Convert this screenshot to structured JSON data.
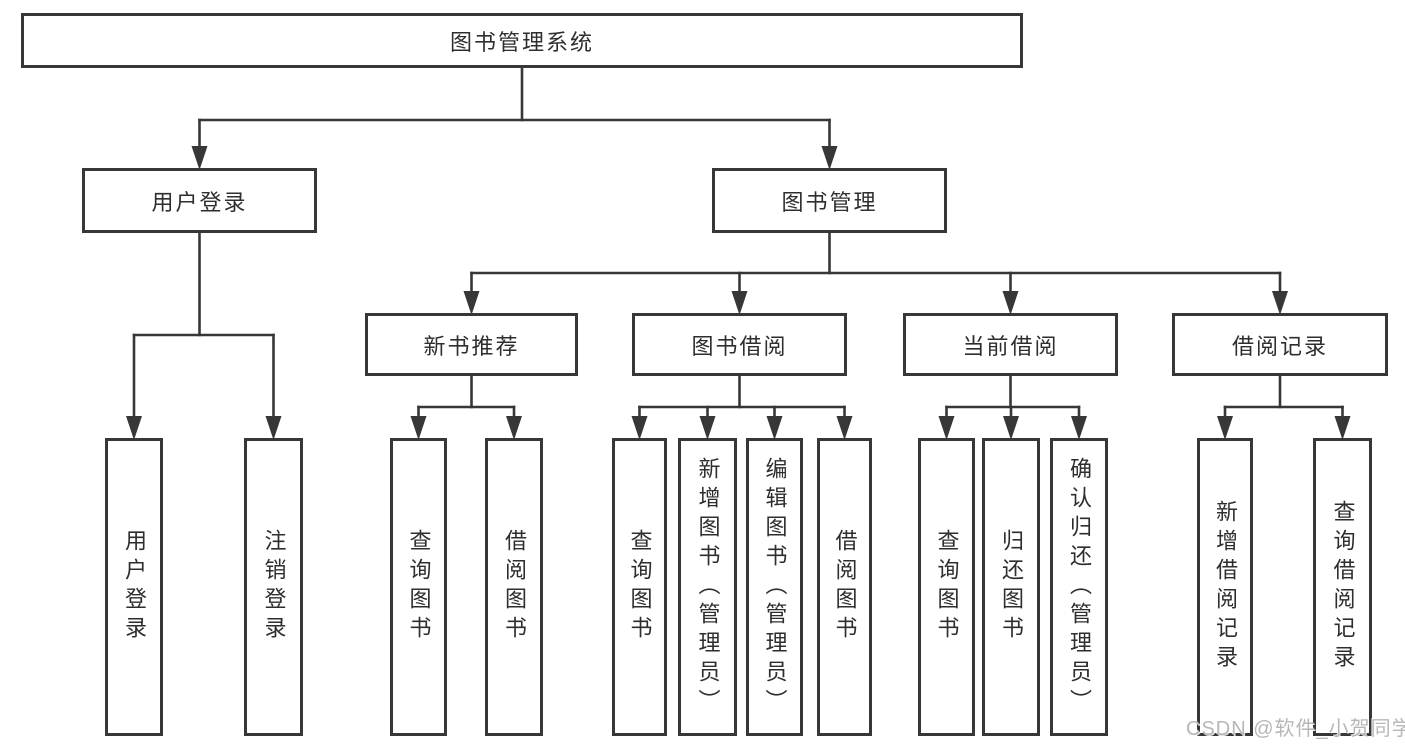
{
  "diagram": {
    "title": "图书管理系统",
    "nodes": [
      {
        "id": "root",
        "label": "图书管理系统",
        "orientation": "horizontal"
      },
      {
        "id": "user-login",
        "label": "用户登录",
        "orientation": "horizontal"
      },
      {
        "id": "book-mgmt",
        "label": "图书管理",
        "orientation": "horizontal"
      },
      {
        "id": "new-book-rec",
        "label": "新书推荐",
        "orientation": "horizontal"
      },
      {
        "id": "book-borrow",
        "label": "图书借阅",
        "orientation": "horizontal"
      },
      {
        "id": "current-borrow",
        "label": "当前借阅",
        "orientation": "horizontal"
      },
      {
        "id": "borrow-records",
        "label": "借阅记录",
        "orientation": "horizontal"
      },
      {
        "id": "user-login-op",
        "label": "用户登录",
        "orientation": "vertical"
      },
      {
        "id": "logout-op",
        "label": "注销登录",
        "orientation": "vertical"
      },
      {
        "id": "search-book-1",
        "label": "查询图书",
        "orientation": "vertical"
      },
      {
        "id": "borrow-book-1",
        "label": "借阅图书",
        "orientation": "vertical"
      },
      {
        "id": "search-book-2",
        "label": "查询图书",
        "orientation": "vertical"
      },
      {
        "id": "add-book-admin",
        "label": "新增图书（管理员）",
        "orientation": "vertical"
      },
      {
        "id": "edit-book-admin",
        "label": "编辑图书（管理员）",
        "orientation": "vertical"
      },
      {
        "id": "borrow-book-2",
        "label": "借阅图书",
        "orientation": "vertical"
      },
      {
        "id": "search-book-3",
        "label": "查询图书",
        "orientation": "vertical"
      },
      {
        "id": "return-book",
        "label": "归还图书",
        "orientation": "vertical"
      },
      {
        "id": "confirm-return-admin",
        "label": "确认归还（管理员）",
        "orientation": "vertical"
      },
      {
        "id": "add-borrow-record",
        "label": "新增借阅记录",
        "orientation": "vertical"
      },
      {
        "id": "search-borrow-record",
        "label": "查询借阅记录",
        "orientation": "vertical"
      }
    ],
    "edges": [
      {
        "from": "root",
        "to": [
          "user-login",
          "book-mgmt"
        ]
      },
      {
        "from": "user-login",
        "to": [
          "user-login-op",
          "logout-op"
        ]
      },
      {
        "from": "book-mgmt",
        "to": [
          "new-book-rec",
          "book-borrow",
          "current-borrow",
          "borrow-records"
        ]
      },
      {
        "from": "new-book-rec",
        "to": [
          "search-book-1",
          "borrow-book-1"
        ]
      },
      {
        "from": "book-borrow",
        "to": [
          "search-book-2",
          "add-book-admin",
          "edit-book-admin",
          "borrow-book-2"
        ]
      },
      {
        "from": "current-borrow",
        "to": [
          "search-book-3",
          "return-book",
          "confirm-return-admin"
        ]
      },
      {
        "from": "borrow-records",
        "to": [
          "add-borrow-record",
          "search-borrow-record"
        ]
      }
    ],
    "colors": {
      "line": "#373737",
      "border": "#373737",
      "text": "#2e2e2e",
      "background": "#ffffff",
      "watermark": "#b7b7b7"
    }
  },
  "watermark": {
    "text": "CSDN @软件_小贺同学"
  }
}
